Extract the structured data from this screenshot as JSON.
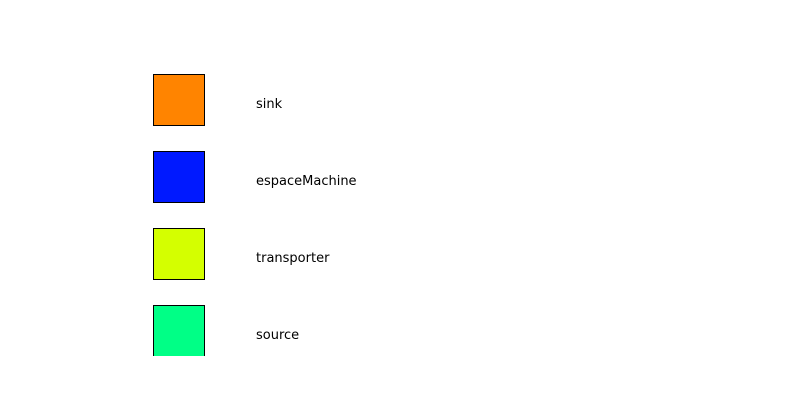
{
  "legend": {
    "items": [
      {
        "label": "sink",
        "color": "#ff8400"
      },
      {
        "label": "espaceMachine",
        "color": "#0019ff"
      },
      {
        "label": "transporter",
        "color": "#d4ff00"
      },
      {
        "label": "source",
        "color": "#00ff86"
      }
    ]
  }
}
